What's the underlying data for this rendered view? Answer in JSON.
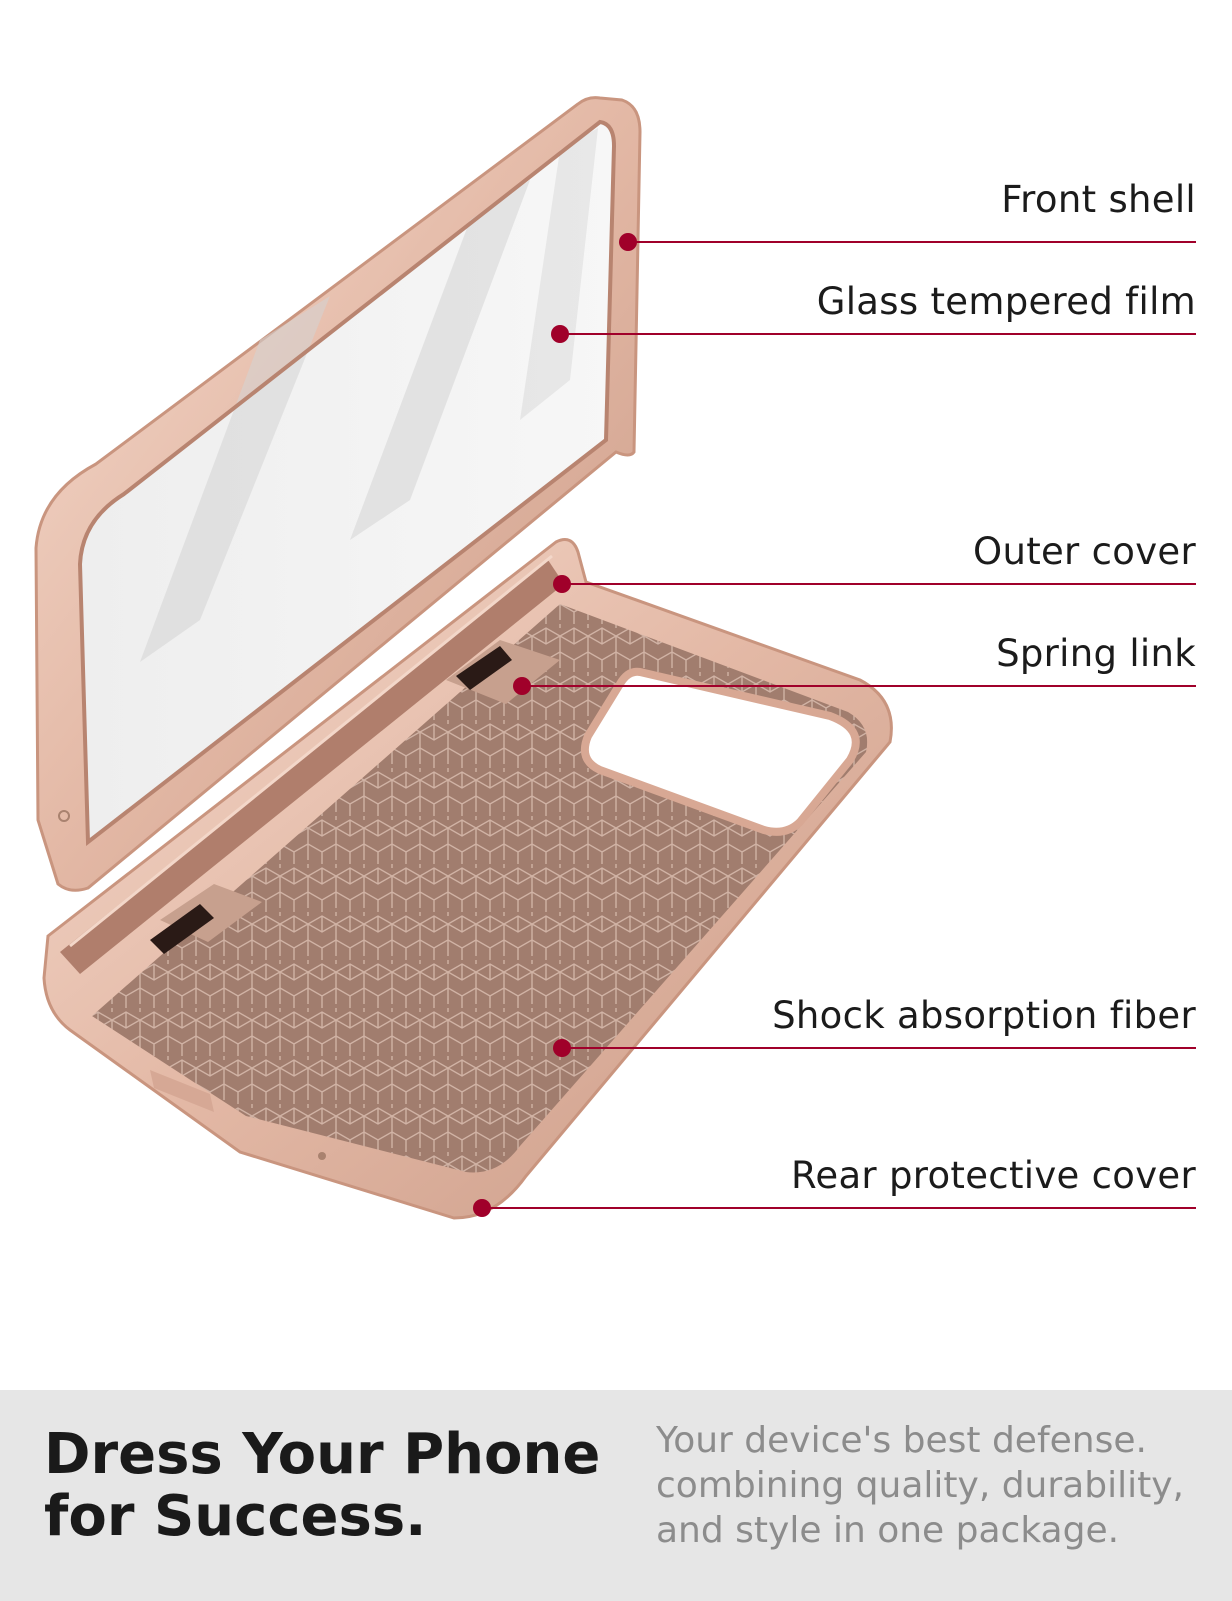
{
  "callouts": [
    {
      "label": "Front shell"
    },
    {
      "label": "Glass tempered film"
    },
    {
      "label": "Outer cover"
    },
    {
      "label": "Spring link"
    },
    {
      "label": "Shock absorption fiber"
    },
    {
      "label": "Rear protective cover"
    }
  ],
  "footer": {
    "headline": "Dress Your Phone for Success.",
    "tagline_lines": [
      "Your device's best defense.",
      "combining quality, durability,",
      "and style in one package."
    ]
  },
  "colors": {
    "callout_line": "#a0002a",
    "frame_rose_gold": "#e9c2b2",
    "fiber_brown": "#a17d6e",
    "footer_bg": "#e6e6e6"
  }
}
